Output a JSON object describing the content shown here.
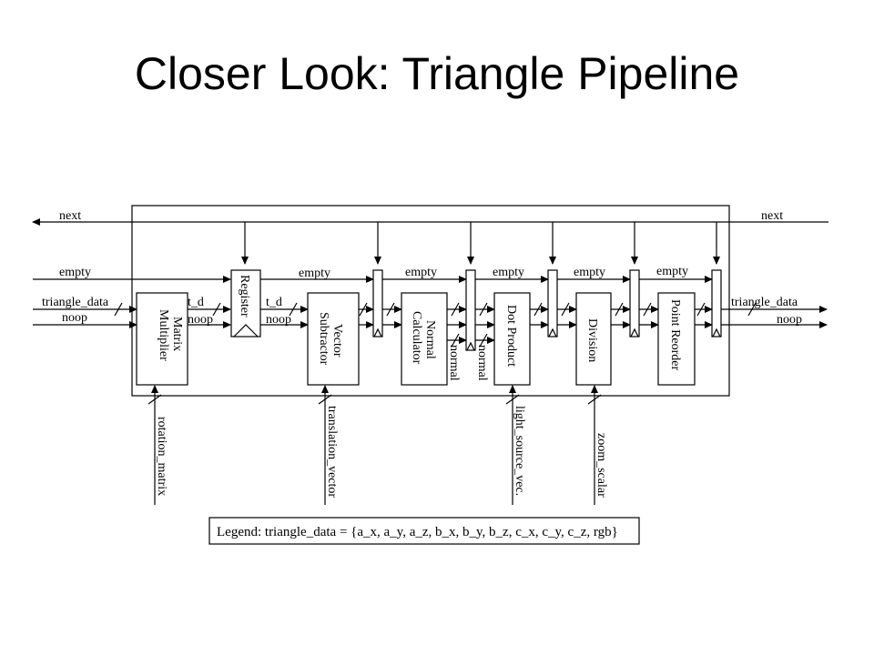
{
  "slide": {
    "title": "Closer Look: Triangle Pipeline"
  },
  "diagram": {
    "signals": {
      "next_left": "next",
      "next_right": "next",
      "empty_in": "empty",
      "triangle_data_in": "triangle_data",
      "noop_in": "noop",
      "triangle_data_out": "triangle_data",
      "noop_out": "noop",
      "empty_1": "empty",
      "empty_2": "empty",
      "empty_3": "empty",
      "empty_4": "empty",
      "empty_5": "empty",
      "t_d_1": "t_d",
      "noop_1": "noop",
      "t_d_2": "t_d",
      "noop_2": "noop",
      "normal_1": "normal",
      "normal_2": "normal"
    },
    "blocks": {
      "matrix_line1": "Matrix",
      "matrix_line2": "Multiplier",
      "register": "Register",
      "vector_line1": "Vector",
      "vector_line2": "Subtractor",
      "normal_line1": "Normal",
      "normal_line2": "Calculator",
      "dot_product": "Dot Product",
      "division": "Division",
      "point_reorder": "Point Reorder"
    },
    "inputs": {
      "rotation_matrix": "rotation_matrix",
      "translation_vector": "translation_vector",
      "light_source_vec": "light_source_vec.",
      "zoom_scalar": "zoom_scalar"
    },
    "legend": "Legend: triangle_data = {a_x, a_y, a_z, b_x, b_y, b_z, c_x, c_y, c_z, rgb}"
  }
}
